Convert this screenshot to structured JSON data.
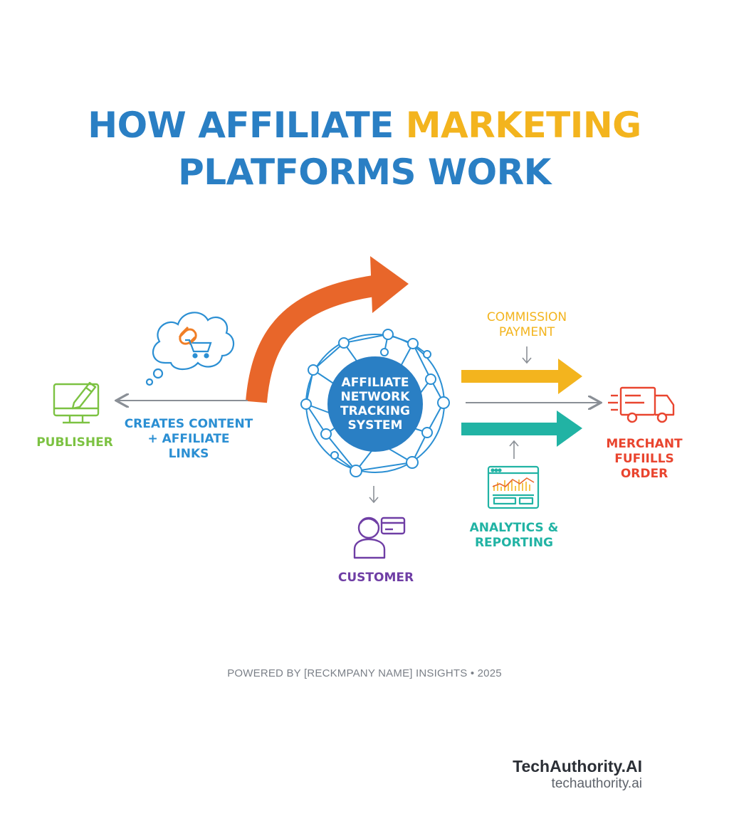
{
  "title": {
    "line1_part1": "HOW AFFILIATE ",
    "line1_part2": "MARKETING",
    "line2": "PLATFORMS WORK"
  },
  "nodes": {
    "publisher": {
      "label": "PUBLISHER",
      "color": "#7cc242",
      "icon": "computer-pencil-icon"
    },
    "creates_content": {
      "label": "CREATES CONTENT\n+ AFFILIATE\nLINKS",
      "color": "#2b8fd3"
    },
    "thought_bubble": {
      "icon": "link-cart-thought-bubble-icon",
      "color": "#2b8fd3",
      "accent": "#f07e26"
    },
    "hub": {
      "label": "AFFILIATE\nNETWORK\nTRACKING\nSYSTEM",
      "color": "#2a7fc4",
      "icon": "network-globe-icon"
    },
    "commission": {
      "label": "COMMISSION\nPAYMENT",
      "color": "#f3b41e"
    },
    "merchant": {
      "label": "MERCHANT\nFUFIILLS\nORDER",
      "color": "#e9452f",
      "icon": "delivery-truck-icon"
    },
    "customer": {
      "label": "CUSTOMER",
      "color": "#6f3ea5",
      "icon": "customer-card-icon"
    },
    "analytics": {
      "label": "ANALYTICS &\nREPORTING",
      "color": "#21b3a4",
      "icon": "analytics-dashboard-icon"
    }
  },
  "colors": {
    "orange_arrow": "#e8662a",
    "yellow_arrow": "#f3b41e",
    "teal_arrow": "#21b3a4",
    "grey_arrow": "#8a8f96"
  },
  "footer": {
    "note": "POWERED BY [RECKMPANY NAME] INSIGHTS • 2025",
    "brand": "TechAuthority.AI",
    "url": "techauthority.ai"
  }
}
